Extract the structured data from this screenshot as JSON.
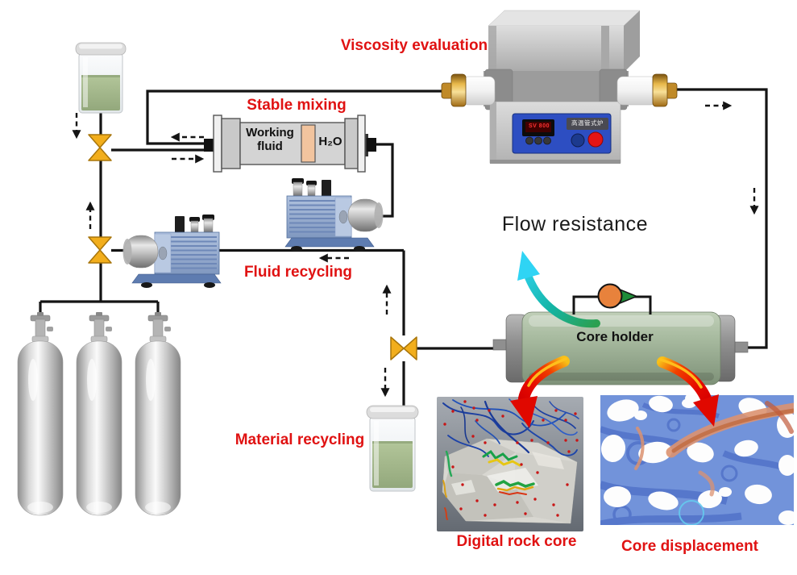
{
  "labels": {
    "viscosity_evaluation": "Viscosity evaluation",
    "stable_mixing": "Stable mixing",
    "working_fluid": "Working fluid",
    "h2o": "H₂O",
    "fluid_recycling": "Fluid recycling",
    "material_recycling": "Material recycling",
    "flow_resistance": "Flow resistance",
    "core_holder": "Core holder",
    "digital_rock_core": "Digital rock core",
    "core_displacement": "Core displacement"
  },
  "furnace": {
    "display_value": "SV 800",
    "panel_label": "高温管式炉"
  },
  "colors": {
    "label_red": "#e01212",
    "text_black": "#1a1a1a",
    "valve_gold": "#f2ae1c",
    "core_holder_green": "#a3b79c",
    "liquid_green": "#a9bd8e",
    "pump_blue": "#9db3d6",
    "panel_blue": "#2d4ec2",
    "flow_arrow_cyan": "#2fd4f4",
    "flow_arrow_red": "#e00800"
  }
}
